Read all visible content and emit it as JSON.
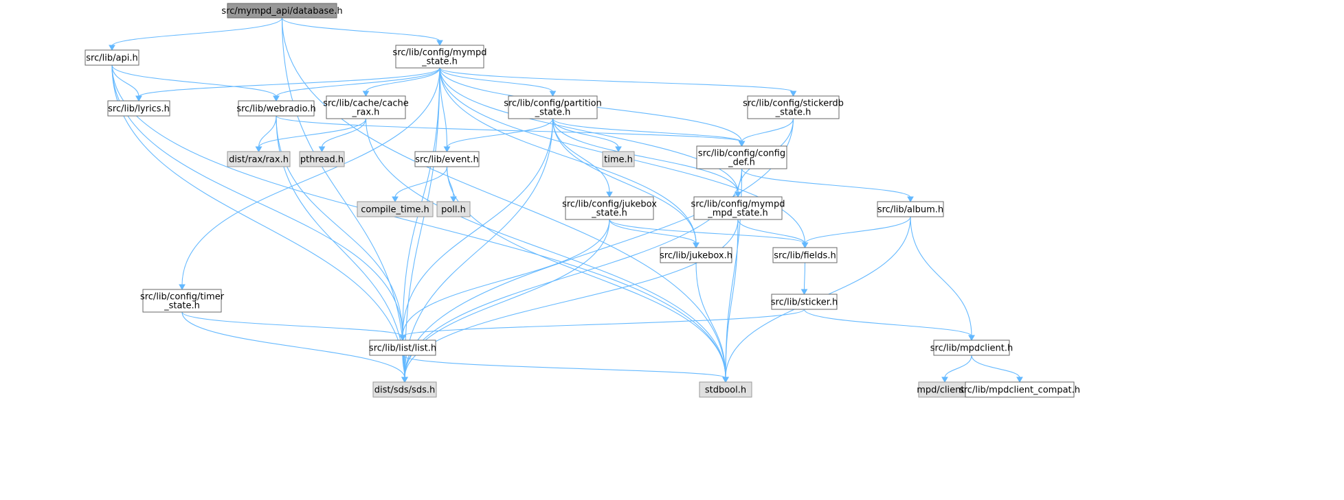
{
  "graph": {
    "nodes": {
      "database": {
        "lines": [
          "src/mympd_api/database.h"
        ],
        "kind": "root"
      },
      "api": {
        "lines": [
          "src/lib/api.h"
        ],
        "kind": "normal"
      },
      "mympd_state": {
        "lines": [
          "src/lib/config/mympd",
          "_state.h"
        ],
        "kind": "normal"
      },
      "lyrics": {
        "lines": [
          "src/lib/lyrics.h"
        ],
        "kind": "normal"
      },
      "webradio": {
        "lines": [
          "src/lib/webradio.h"
        ],
        "kind": "normal"
      },
      "cache_rax": {
        "lines": [
          "src/lib/cache/cache",
          "_rax.h"
        ],
        "kind": "normal"
      },
      "partition": {
        "lines": [
          "src/lib/config/partition",
          "_state.h"
        ],
        "kind": "normal"
      },
      "stickerdb": {
        "lines": [
          "src/lib/config/stickerdb",
          "_state.h"
        ],
        "kind": "normal"
      },
      "rax": {
        "lines": [
          "dist/rax/rax.h"
        ],
        "kind": "sys"
      },
      "pthread": {
        "lines": [
          "pthread.h"
        ],
        "kind": "sys"
      },
      "event": {
        "lines": [
          "src/lib/event.h"
        ],
        "kind": "normal"
      },
      "time": {
        "lines": [
          "time.h"
        ],
        "kind": "sys"
      },
      "config_def": {
        "lines": [
          "src/lib/config/config",
          "_def.h"
        ],
        "kind": "normal"
      },
      "compile_time": {
        "lines": [
          "compile_time.h"
        ],
        "kind": "sys"
      },
      "poll": {
        "lines": [
          "poll.h"
        ],
        "kind": "sys"
      },
      "jukebox_state": {
        "lines": [
          "src/lib/config/jukebox",
          "_state.h"
        ],
        "kind": "normal"
      },
      "mpd_state": {
        "lines": [
          "src/lib/config/mympd",
          "_mpd_state.h"
        ],
        "kind": "normal"
      },
      "album": {
        "lines": [
          "src/lib/album.h"
        ],
        "kind": "normal"
      },
      "jukebox": {
        "lines": [
          "src/lib/jukebox.h"
        ],
        "kind": "normal"
      },
      "fields": {
        "lines": [
          "src/lib/fields.h"
        ],
        "kind": "normal"
      },
      "timer": {
        "lines": [
          "src/lib/config/timer",
          "_state.h"
        ],
        "kind": "normal"
      },
      "sticker": {
        "lines": [
          "src/lib/sticker.h"
        ],
        "kind": "normal"
      },
      "list": {
        "lines": [
          "src/lib/list/list.h"
        ],
        "kind": "normal"
      },
      "mpdclient": {
        "lines": [
          "src/lib/mpdclient.h"
        ],
        "kind": "normal"
      },
      "sds": {
        "lines": [
          "dist/sds/sds.h"
        ],
        "kind": "sys"
      },
      "stdbool": {
        "lines": [
          "stdbool.h"
        ],
        "kind": "sys"
      },
      "mpd_client": {
        "lines": [
          "mpd/client.h"
        ],
        "kind": "sys"
      },
      "mpdclient_compat": {
        "lines": [
          "src/lib/mpdclient_compat.h"
        ],
        "kind": "normal"
      }
    },
    "edges": [
      [
        "database",
        "api"
      ],
      [
        "database",
        "mympd_state"
      ],
      [
        "database",
        "sds"
      ],
      [
        "database",
        "stdbool"
      ],
      [
        "api",
        "lyrics"
      ],
      [
        "api",
        "webradio"
      ],
      [
        "api",
        "list"
      ],
      [
        "api",
        "sds"
      ],
      [
        "api",
        "stdbool"
      ],
      [
        "mympd_state",
        "lyrics"
      ],
      [
        "mympd_state",
        "webradio"
      ],
      [
        "mympd_state",
        "cache_rax"
      ],
      [
        "mympd_state",
        "partition"
      ],
      [
        "mympd_state",
        "stickerdb"
      ],
      [
        "mympd_state",
        "event"
      ],
      [
        "mympd_state",
        "config_def"
      ],
      [
        "mympd_state",
        "mpd_state"
      ],
      [
        "mympd_state",
        "jukebox"
      ],
      [
        "mympd_state",
        "fields"
      ],
      [
        "mympd_state",
        "timer"
      ],
      [
        "mympd_state",
        "list"
      ],
      [
        "mympd_state",
        "sds"
      ],
      [
        "webradio",
        "rax"
      ],
      [
        "webradio",
        "config_def"
      ],
      [
        "webradio",
        "list"
      ],
      [
        "webradio",
        "sds"
      ],
      [
        "cache_rax",
        "rax"
      ],
      [
        "cache_rax",
        "pthread"
      ],
      [
        "cache_rax",
        "stdbool"
      ],
      [
        "partition",
        "event"
      ],
      [
        "partition",
        "time"
      ],
      [
        "partition",
        "config_def"
      ],
      [
        "partition",
        "jukebox_state"
      ],
      [
        "partition",
        "mpd_state"
      ],
      [
        "partition",
        "jukebox"
      ],
      [
        "partition",
        "list"
      ],
      [
        "partition",
        "sds"
      ],
      [
        "stickerdb",
        "config_def"
      ],
      [
        "stickerdb",
        "mpd_state"
      ],
      [
        "stickerdb",
        "sds"
      ],
      [
        "event",
        "compile_time"
      ],
      [
        "event",
        "poll"
      ],
      [
        "event",
        "stdbool"
      ],
      [
        "config_def",
        "album"
      ],
      [
        "config_def",
        "sds"
      ],
      [
        "config_def",
        "stdbool"
      ],
      [
        "jukebox_state",
        "jukebox"
      ],
      [
        "jukebox_state",
        "fields"
      ],
      [
        "jukebox_state",
        "list"
      ],
      [
        "jukebox_state",
        "sds"
      ],
      [
        "mpd_state",
        "fields"
      ],
      [
        "mpd_state",
        "sds"
      ],
      [
        "mpd_state",
        "stdbool"
      ],
      [
        "album",
        "fields"
      ],
      [
        "album",
        "mpdclient"
      ],
      [
        "album",
        "stdbool"
      ],
      [
        "jukebox",
        "stdbool"
      ],
      [
        "fields",
        "sticker"
      ],
      [
        "timer",
        "list"
      ],
      [
        "timer",
        "sds"
      ],
      [
        "sticker",
        "list"
      ],
      [
        "sticker",
        "mpdclient"
      ],
      [
        "list",
        "sds"
      ],
      [
        "list",
        "stdbool"
      ],
      [
        "mpdclient",
        "mpd_client"
      ],
      [
        "mpdclient",
        "mpdclient_compat"
      ]
    ]
  }
}
